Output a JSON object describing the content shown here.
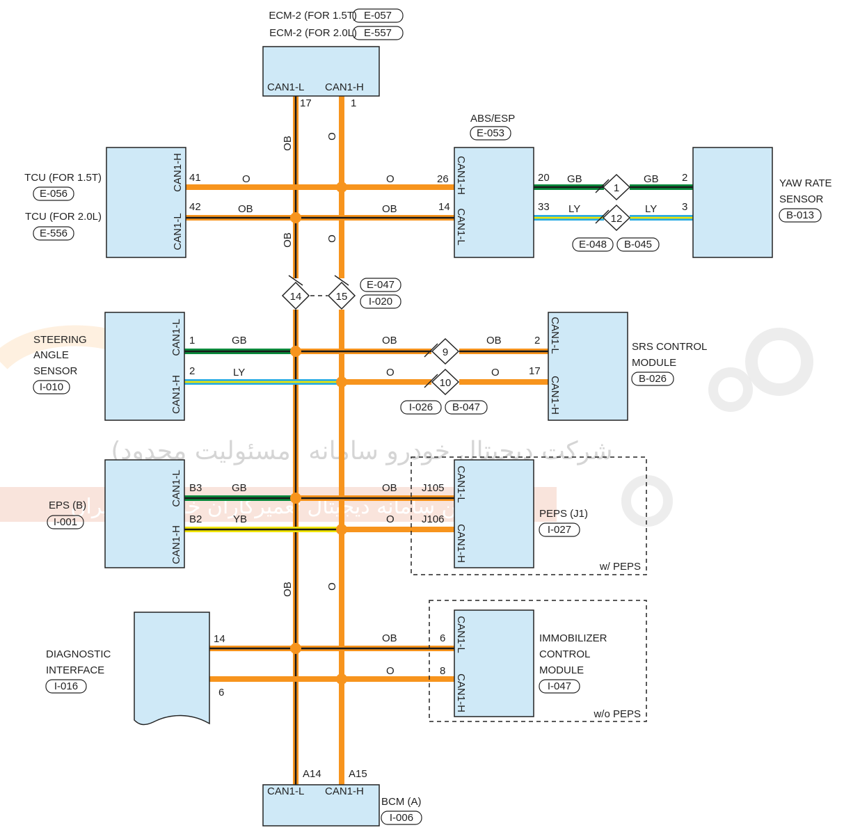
{
  "ecm": {
    "label1": "ECM-2 (FOR 1.5T)",
    "conn1": "E-057",
    "label2": "ECM-2 (FOR 2.0L)",
    "conn2": "E-557",
    "pinL": "CAN1-L",
    "pinH": "CAN1-H",
    "pinLnum": "17",
    "pinHnum": "1"
  },
  "abs": {
    "label": "ABS/ESP",
    "conn": "E-053",
    "pinH": "CAN1-H",
    "pinL": "CAN1-L",
    "numH": "26",
    "numL": "14"
  },
  "tcu": {
    "label1": "TCU (FOR 1.5T)",
    "conn1": "E-056",
    "label2": "TCU (FOR 2.0L)",
    "conn2": "E-556",
    "pinH": "CAN1-H",
    "pinL": "CAN1-L",
    "numH": "41",
    "numL": "42"
  },
  "yaw": {
    "line1": "YAW RATE",
    "line2": "SENSOR",
    "conn": "B-013",
    "num1": "2",
    "num2": "3"
  },
  "steer": {
    "line1": "STEERING",
    "line2": "ANGLE",
    "line3": "SENSOR",
    "conn": "I-010",
    "pinL": "CAN1-L",
    "pinH": "CAN1-H",
    "numL": "1",
    "numH": "2"
  },
  "srs": {
    "line1": "SRS CONTROL",
    "line2": "MODULE",
    "conn": "B-026",
    "pinL": "CAN1-L",
    "pinH": "CAN1-H",
    "numL": "2",
    "numH": "17"
  },
  "eps": {
    "label": "EPS (B)",
    "conn": "I-001",
    "pinL": "CAN1-L",
    "pinH": "CAN1-H",
    "numL": "B3",
    "numH": "B2"
  },
  "peps": {
    "label": "PEPS (J1)",
    "conn": "I-027",
    "pinL": "CAN1-L",
    "pinH": "CAN1-H",
    "numL": "J105",
    "numH": "J106",
    "note": "w/ PEPS"
  },
  "diag": {
    "line1": "DIAGNOSTIC",
    "line2": "INTERFACE",
    "conn": "I-016",
    "numL": "14",
    "numH": "6"
  },
  "immo": {
    "line1": "IMMOBILIZER",
    "line2": "CONTROL",
    "line3": "MODULE",
    "conn": "I-047",
    "pinL": "CAN1-L",
    "pinH": "CAN1-H",
    "numL": "6",
    "numH": "8",
    "note": "w/o PEPS"
  },
  "bcm": {
    "label": "BCM (A)",
    "conn": "I-006",
    "pinL": "CAN1-L",
    "pinH": "CAN1-H",
    "numL": "A14",
    "numH": "A15"
  },
  "splices": {
    "s1": "1",
    "s12": "12",
    "s14": "14",
    "s15": "15",
    "s9": "9",
    "s10": "10",
    "c_e048": "E-048",
    "c_b045": "B-045",
    "c_e047": "E-047",
    "c_i020": "I-020",
    "c_i026": "I-026",
    "c_b047": "B-047"
  },
  "wires": {
    "O": "O",
    "OB": "OB",
    "GB": "GB",
    "LY": "LY",
    "YB": "YB"
  },
  "watermark": {
    "line1": "شرکت دیجیتال خودرو سامانه (مسئولیت محدود)",
    "line2": "اولین سامانه دیجیتال تعمیرکاران خودرو در ایران"
  },
  "colors": {
    "orange": "#f7941d",
    "black": "#1a1a1a",
    "green": "#0a8a3c",
    "blue": "#29abe2",
    "yellow": "#f2e500",
    "box": "#cfe9f7"
  }
}
